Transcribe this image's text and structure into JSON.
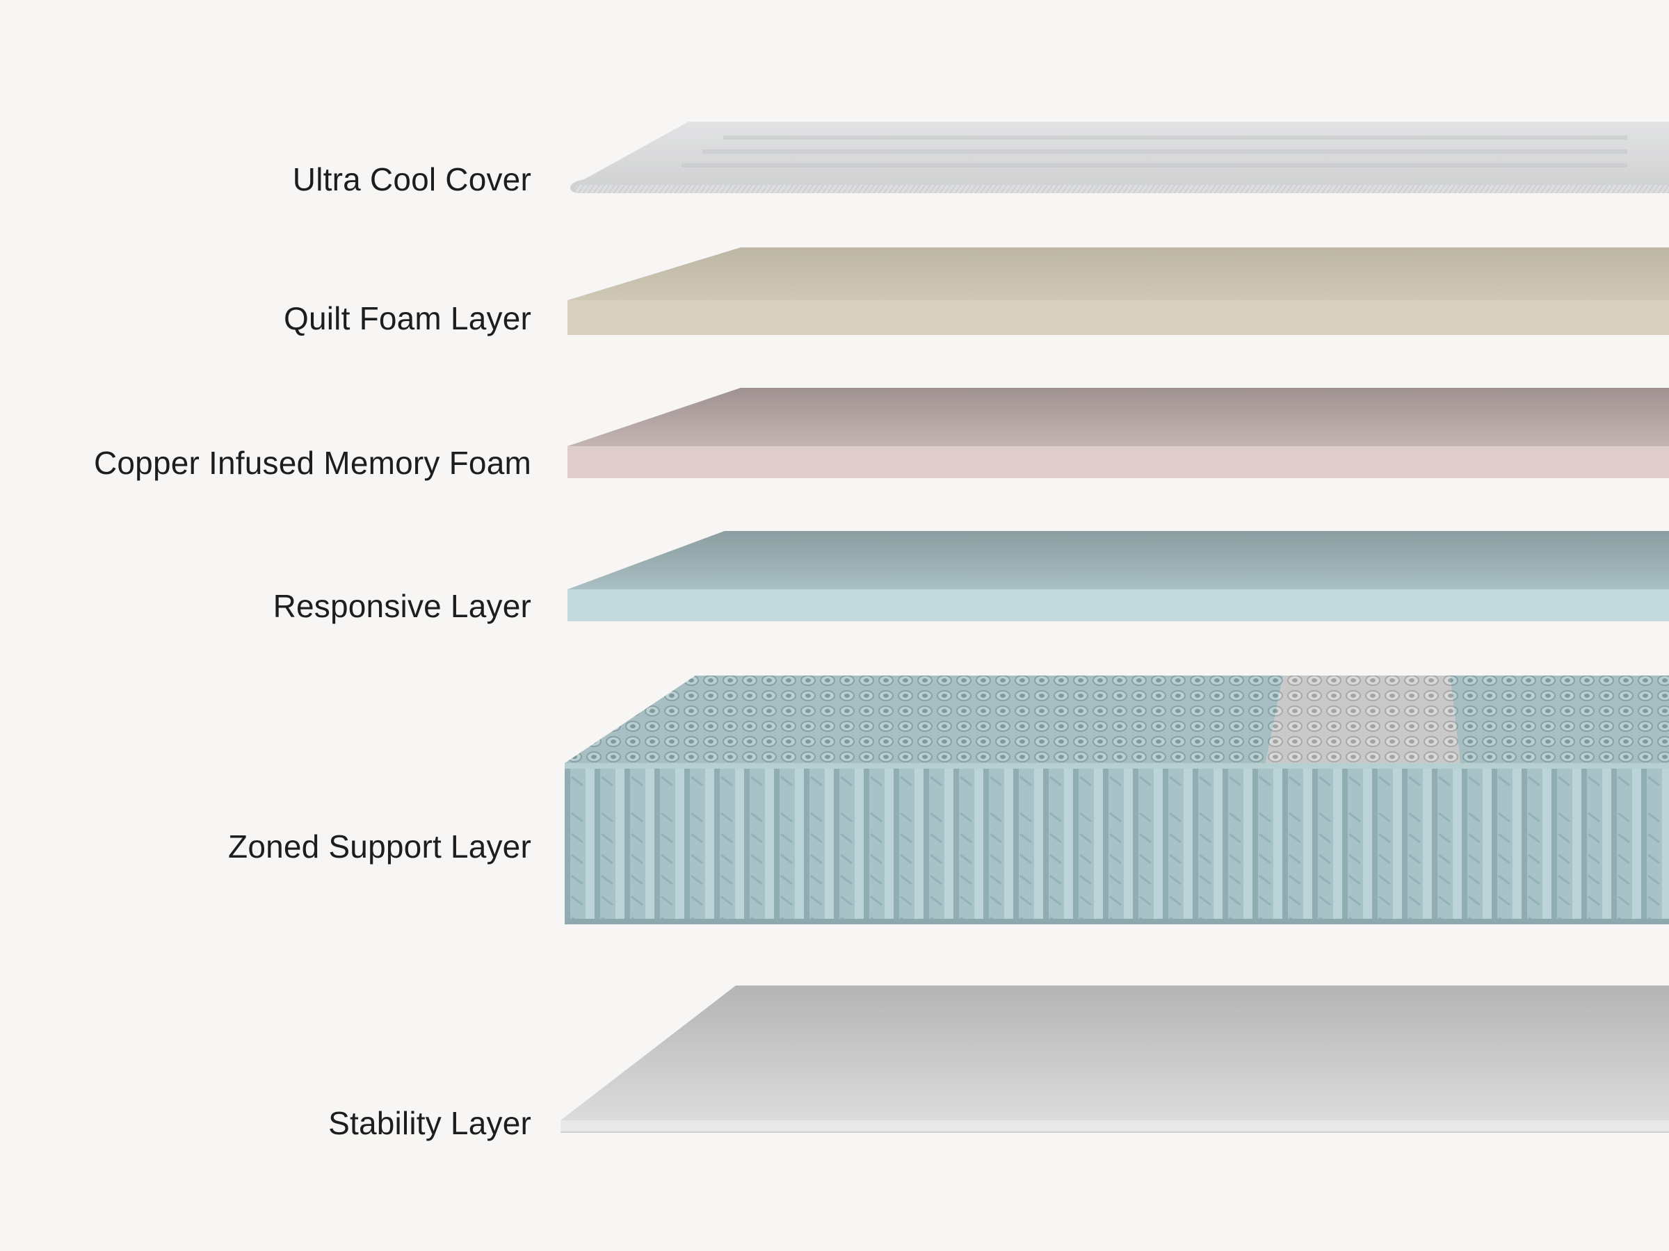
{
  "layers": [
    {
      "label": "Ultra Cool Cover"
    },
    {
      "label": "Quilt Foam Layer"
    },
    {
      "label": "Copper Infused Memory Foam"
    },
    {
      "label": "Responsive Layer"
    },
    {
      "label": "Zoned Support Layer"
    },
    {
      "label": "Stability Layer"
    }
  ],
  "colors": {
    "background": "#f7f6f4",
    "cover": "#d9dadb",
    "quilt_foam": "#d8d1bf",
    "copper_foam": "#decdca",
    "responsive": "#c3d9dd",
    "springs": "#a9c5c9",
    "stability": "#e9e9e9"
  }
}
